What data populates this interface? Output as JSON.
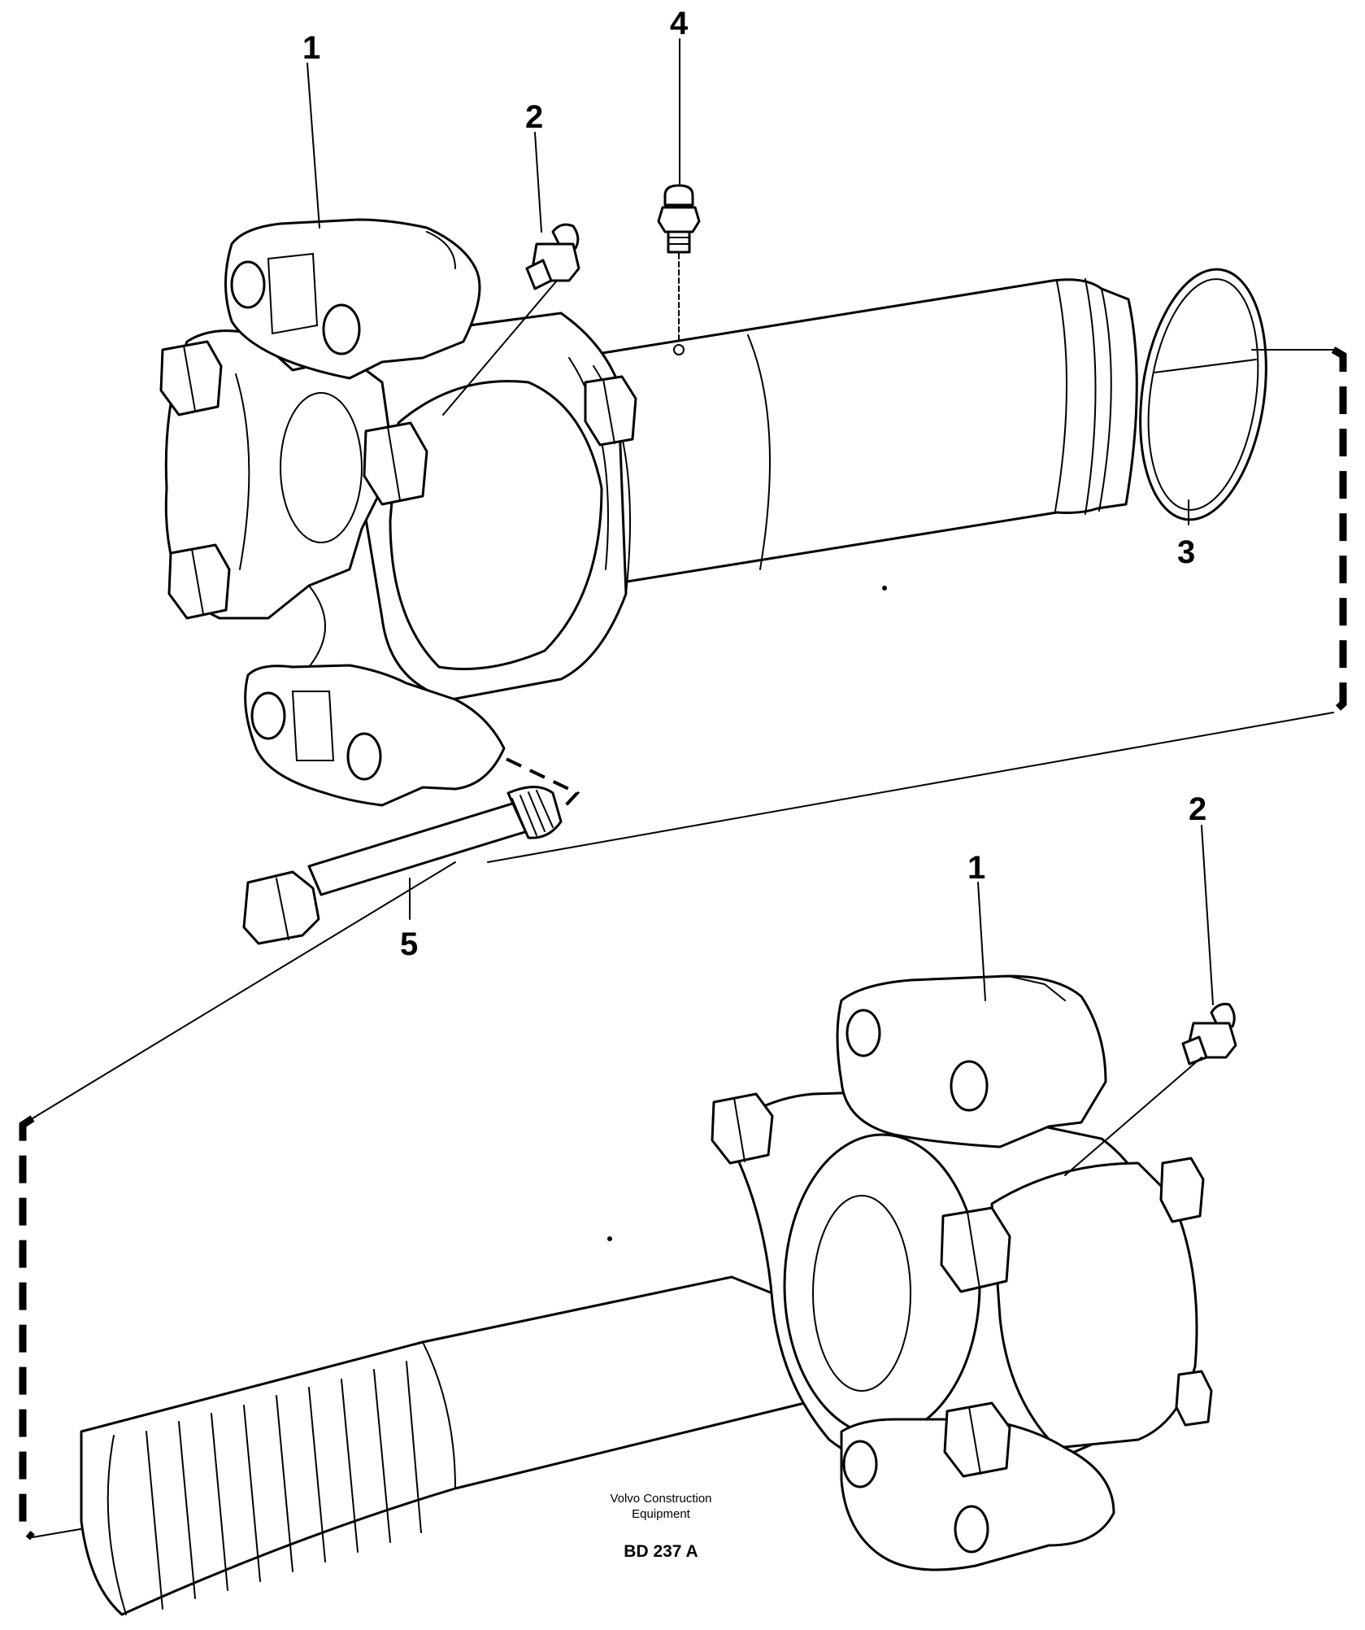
{
  "callouts": {
    "top_yoke": "1",
    "top_nipple": "2",
    "seal_ring": "3",
    "top_grease_nipple": "4",
    "bolt": "5",
    "bottom_yoke": "1",
    "bottom_nipple": "2"
  },
  "caption": {
    "maker_line1": "Volvo Construction",
    "maker_line2": "Equipment",
    "code": "BD 237 A"
  }
}
